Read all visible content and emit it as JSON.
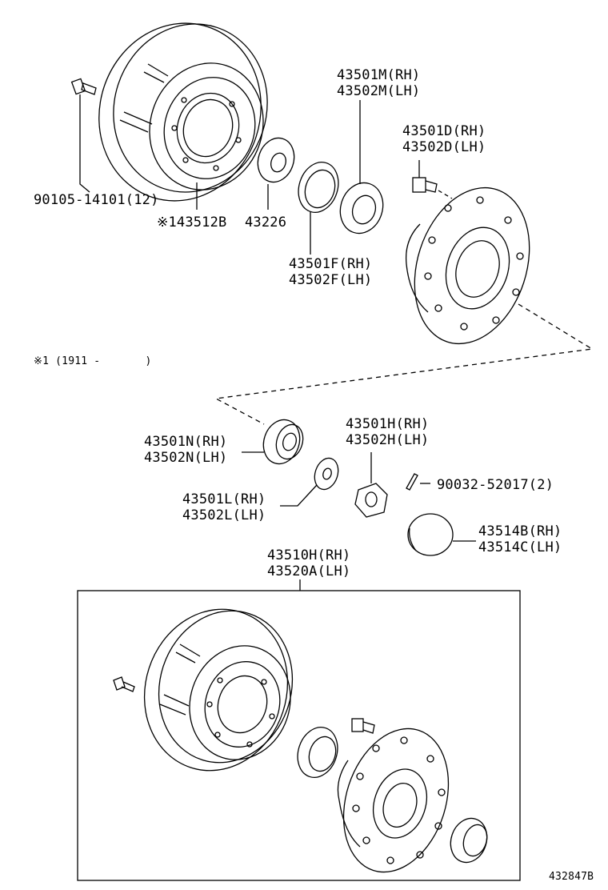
{
  "labels": {
    "bolt_top": "90105-14101(12)",
    "drum_top": "※143512B",
    "seal_top": "43226",
    "race_outer_rh": "43501M(RH)",
    "race_outer_lh": "43502M(LH)",
    "bolt_hub_rh": "43501D(RH)",
    "bolt_hub_lh": "43502D(LH)",
    "race_inner_rh": "43501F(RH)",
    "race_inner_lh": "43502F(LH)",
    "note": "※1 (1911 -       )",
    "bearing_n_rh": "43501N(RH)",
    "bearing_n_lh": "43502N(LH)",
    "nut_rh": "43501H(RH)",
    "nut_lh": "43502H(LH)",
    "cotter_pin": "90032-52017(2)",
    "washer_rh": "43501L(RH)",
    "washer_lh": "43502L(LH)",
    "cap_rh": "43514B(RH)",
    "cap_lh": "43514C(LH)",
    "assy_rh": "43510H(RH)",
    "assy_lh": "43520A(LH)",
    "diagram_id": "432847B"
  }
}
